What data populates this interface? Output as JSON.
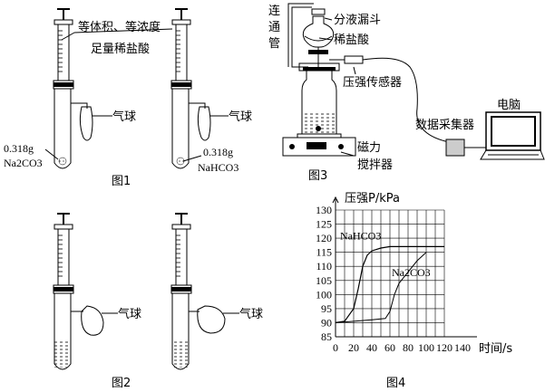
{
  "figure1": {
    "caption": "图1",
    "syringe_label_line1": "等体积、等浓度",
    "syringe_label_line2": "足量稀盐酸",
    "balloon_label_left": "气球",
    "balloon_label_right": "气球",
    "left_mass": "0.318g",
    "left_compound": "Na2CO3",
    "right_mass": "0.318g",
    "right_compound": "NaHCO3"
  },
  "figure2": {
    "caption": "图2",
    "balloon_label_left": "气球",
    "balloon_label_right": "气球"
  },
  "figure3": {
    "caption": "图3",
    "connecting_tube_label": [
      "连",
      "通",
      "管"
    ],
    "separatory_funnel_label": "分液漏斗",
    "acid_label": "稀盐酸",
    "pressure_sensor_label": "压强传感器",
    "data_collector_label": "数据采集器",
    "computer_label": "电脑",
    "stirrer_label_line1": "磁力",
    "stirrer_label_line2": "搅拌器"
  },
  "figure4": {
    "caption": "图4"
  },
  "chart_data": {
    "type": "line",
    "ylabel": "压强P/kPa",
    "xlabel": "时间/s",
    "xlim": [
      0,
      140
    ],
    "ylim": [
      85,
      130
    ],
    "xticks": [
      0,
      20,
      40,
      60,
      80,
      100,
      120,
      140
    ],
    "yticks": [
      85,
      90,
      95,
      100,
      105,
      110,
      115,
      120,
      125,
      130
    ],
    "grid": true,
    "series": [
      {
        "name": "NaHCO3",
        "label_text": "NaHCO3",
        "x": [
          0,
          10,
          20,
          25,
          30,
          35,
          40,
          50,
          60,
          80,
          100,
          120
        ],
        "y": [
          90,
          90.5,
          95,
          102,
          110,
          114,
          115.5,
          116.5,
          117,
          117,
          117,
          117
        ]
      },
      {
        "name": "Na2CO3",
        "label_text": "Na2CO3",
        "x": [
          0,
          20,
          40,
          55,
          60,
          65,
          70,
          80,
          90,
          100
        ],
        "y": [
          90,
          90.5,
          91,
          91.5,
          94,
          100,
          104,
          108,
          112,
          115
        ]
      }
    ]
  }
}
